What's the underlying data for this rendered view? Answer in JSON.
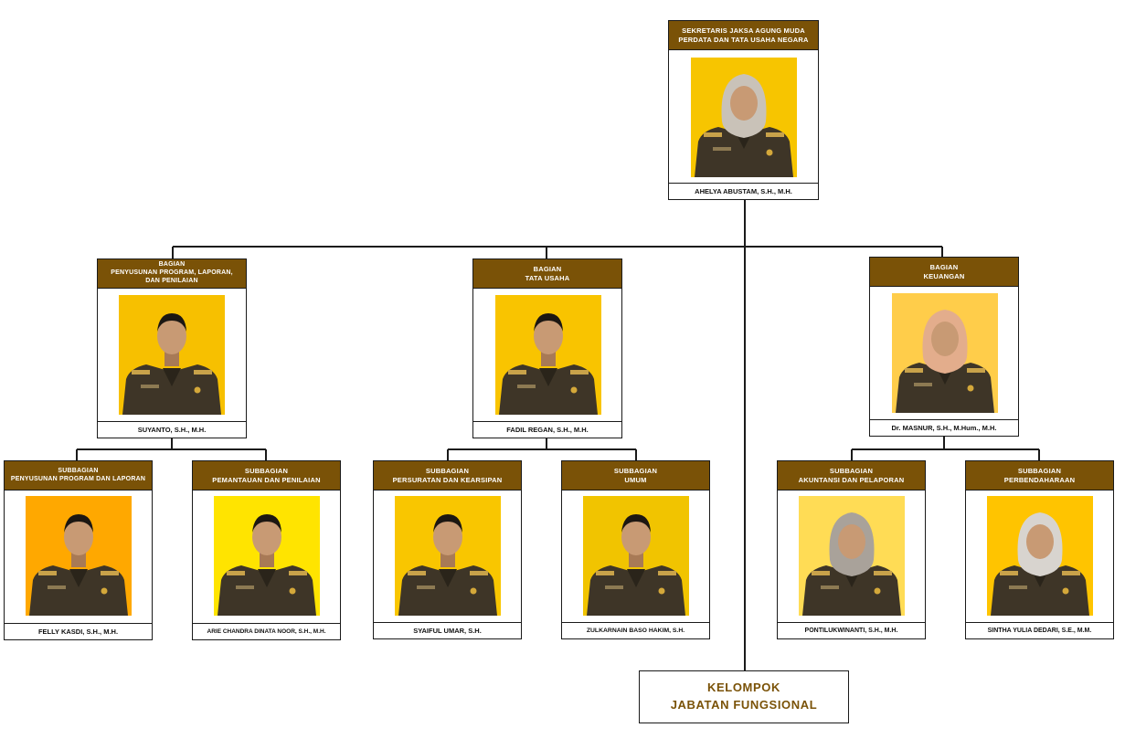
{
  "colors": {
    "header_bg": "#7a5207",
    "header_text": "#ffffff",
    "border": "#1a1a1a",
    "accent_text": "#7a5207"
  },
  "top": {
    "title": "SEKRETARIS JAKSA AGUNG MUDA\nPERDATA DAN TATA USAHA NEGARA",
    "name": "AHELYA ABUSTAM, S.H., M.H.",
    "photo_bg": "#f7c500",
    "gender": "female-hijab",
    "hijab": "#c9c2b8"
  },
  "departments": [
    {
      "title": "BAGIAN\nPENYUSUNAN PROGRAM, LAPORAN,\nDAN PENILAIAN",
      "name": "SUYANTO, S.H., M.H.",
      "photo_bg": "#f7c000",
      "gender": "male",
      "subs": [
        {
          "title": "SUBBAGIAN\nPENYUSUNAN PROGRAM DAN LAPORAN",
          "name": "FELLY KASDI, S.H., M.H.",
          "photo_bg": "#ffa800",
          "gender": "male"
        },
        {
          "title": "SUBBAGIAN\nPEMANTAUAN DAN PENILAIAN",
          "name": "ARIE CHANDRA DINATA NOOR, S.H., M.H.",
          "photo_bg": "#ffe400",
          "gender": "male"
        }
      ]
    },
    {
      "title": "BAGIAN\nTATA USAHA",
      "name": "FADIL REGAN, S.H., M.H.",
      "photo_bg": "#f9c400",
      "gender": "male",
      "subs": [
        {
          "title": "SUBBAGIAN\nPERSURATAN DAN KEARSIPAN",
          "name": "SYAIFUL UMAR, S.H.",
          "photo_bg": "#f9c600",
          "gender": "male"
        },
        {
          "title": "SUBBAGIAN\nUMUM",
          "name": "ZULKARNAIN BASO HAKIM, S.H.",
          "photo_bg": "#f1c400",
          "gender": "male"
        }
      ]
    },
    {
      "title": "BAGIAN\nKEUANGAN",
      "name": "Dr. MASNUR, S.H., M.Hum., M.H.",
      "photo_bg": "#ffcd4a",
      "gender": "female-hijab",
      "hijab": "#e3ad8c",
      "subs": [
        {
          "title": "SUBBAGIAN\nAKUNTANSI DAN PELAPORAN",
          "name": "PONTILUKWINANTI, S.H., M.H.",
          "photo_bg": "#ffdc55",
          "gender": "female-hijab",
          "hijab": "#a9a29a"
        },
        {
          "title": "SUBBAGIAN\nPERBENDAHARAAN",
          "name": "SINTHA YULIA DEDARI, S.E., M.M.",
          "photo_bg": "#ffc400",
          "gender": "female-hijab",
          "hijab": "#d8d4cf"
        }
      ]
    }
  ],
  "functional_group": {
    "title": "KELOMPOK\nJABATAN FUNGSIONAL"
  }
}
